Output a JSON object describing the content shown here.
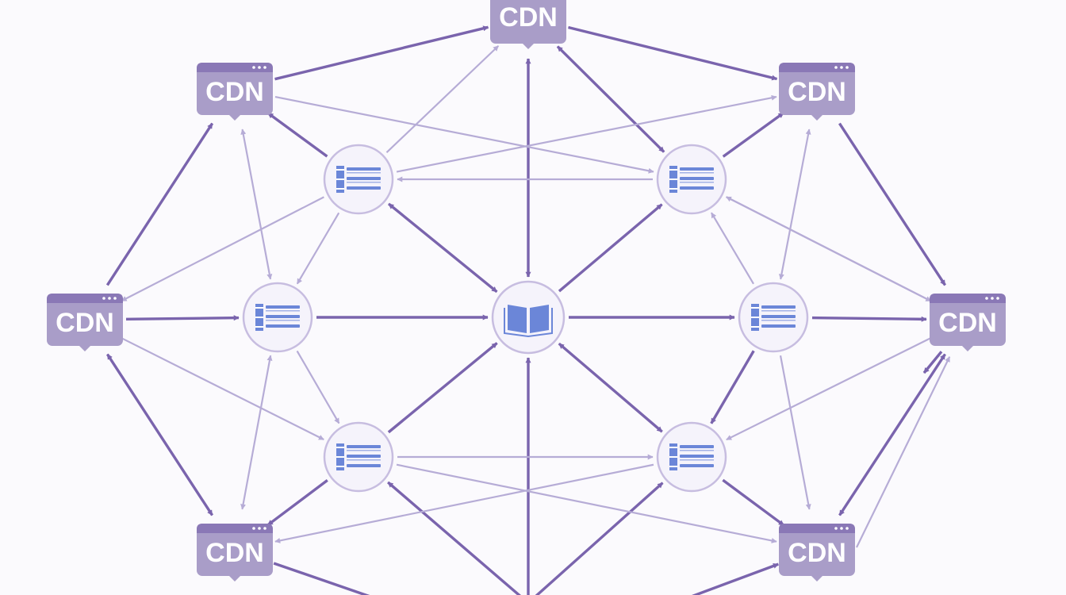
{
  "diagram": {
    "node_label": "CDN",
    "colors": {
      "background": "#fbfafd",
      "cdn_fill": "#a99dc8",
      "cdn_header": "#8a78b6",
      "edge_strong": "#7a64ad",
      "edge_light": "#b6acd6",
      "hub_fill": "#f5f3fb",
      "hub_stroke": "#c7bde0",
      "icon_blue": "#6b86d8"
    },
    "cdn_nodes": [
      {
        "id": "top",
        "header": false
      },
      {
        "id": "top-left",
        "header": true
      },
      {
        "id": "top-right",
        "header": true
      },
      {
        "id": "left",
        "header": true
      },
      {
        "id": "right",
        "header": true
      },
      {
        "id": "bottom-left",
        "header": true
      },
      {
        "id": "bottom-right",
        "header": true
      }
    ],
    "hub_nodes": [
      {
        "id": "hub-upper-left",
        "icon": "list-icon"
      },
      {
        "id": "hub-upper-right",
        "icon": "list-icon"
      },
      {
        "id": "hub-mid-left",
        "icon": "list-icon"
      },
      {
        "id": "hub-mid-right",
        "icon": "list-icon"
      },
      {
        "id": "hub-lower-left",
        "icon": "list-icon"
      },
      {
        "id": "hub-lower-right",
        "icon": "list-icon"
      },
      {
        "id": "hub-center",
        "icon": "book-icon"
      }
    ]
  }
}
